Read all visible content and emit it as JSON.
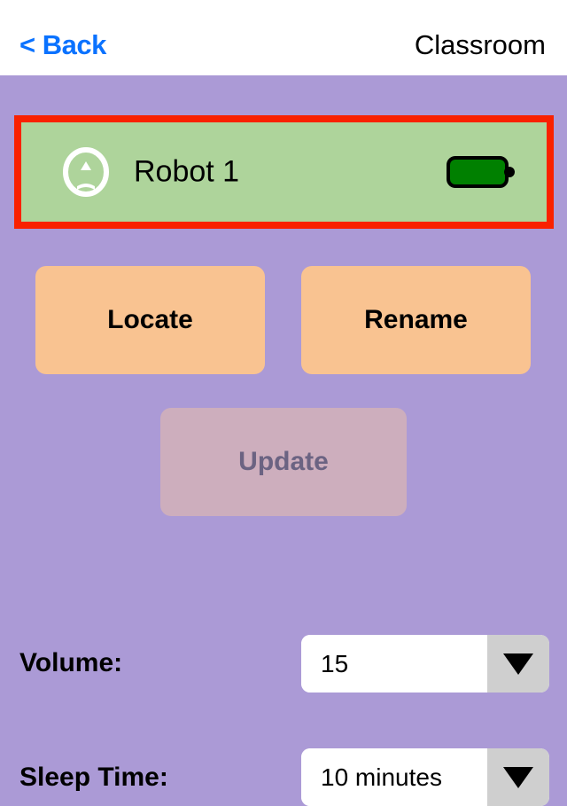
{
  "header": {
    "back_label": "< Back",
    "title": "Classroom",
    "back_color": "#0a72ff"
  },
  "theme": {
    "background": "#ab9ad6",
    "selected_outline": "#f92100",
    "robot_row_bg": "#aed49b",
    "button_bg": "#f9c391",
    "disabled_bg": "#cdaebd",
    "disabled_text": "#6b6382",
    "battery_fill": "#008000",
    "dropdown_arrow_bg": "#cfcfcf"
  },
  "robot": {
    "icon": "robot-circle-icon",
    "name": "Robot 1",
    "selected": true,
    "battery_icon": "battery-full-icon",
    "battery_level": "full"
  },
  "actions": {
    "locate_label": "Locate",
    "rename_label": "Rename",
    "update_label": "Update",
    "update_enabled": false
  },
  "settings": [
    {
      "label": "Volume:",
      "value": "15",
      "arrow_icon": "chevron-down-icon"
    },
    {
      "label": "Sleep Time:",
      "value": "10 minutes",
      "arrow_icon": "chevron-down-icon"
    }
  ]
}
